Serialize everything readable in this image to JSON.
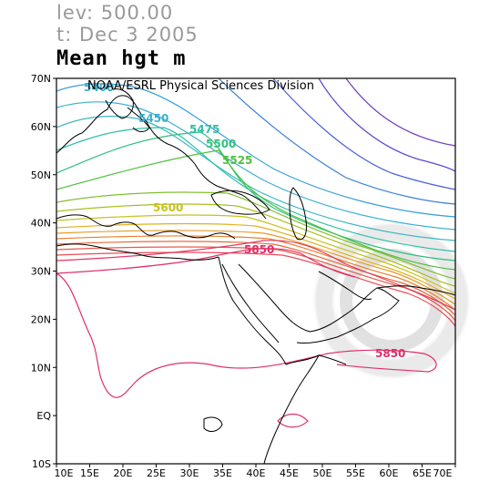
{
  "header": {
    "level": "lev: 500.00",
    "time": "t: Dec 3 2005",
    "title": "Mean hgt m",
    "credit": "NOAA/ESRL Physical Sciences Division"
  },
  "axes": {
    "lat_labels": [
      "70N",
      "60N",
      "50N",
      "40N",
      "30N",
      "20N",
      "10N",
      "EQ",
      "10S"
    ],
    "lon_labels": [
      "10E",
      "15E",
      "20E",
      "25E",
      "30E",
      "35E",
      "40E",
      "45E",
      "50E",
      "55E",
      "60E",
      "65E",
      "70E"
    ]
  },
  "contours": [
    {
      "value": "5400",
      "color": "#3ab0d0"
    },
    {
      "value": "5450",
      "color": "#3ab0d0"
    },
    {
      "value": "5475",
      "color": "#2fc0a8"
    },
    {
      "value": "5500",
      "color": "#30c080"
    },
    {
      "value": "5525",
      "color": "#50c040"
    },
    {
      "value": "5600",
      "color": "#c8c020"
    },
    {
      "value": "5850",
      "color": "#e0306a"
    },
    {
      "value": "5850",
      "color": "#e0306a"
    }
  ]
}
